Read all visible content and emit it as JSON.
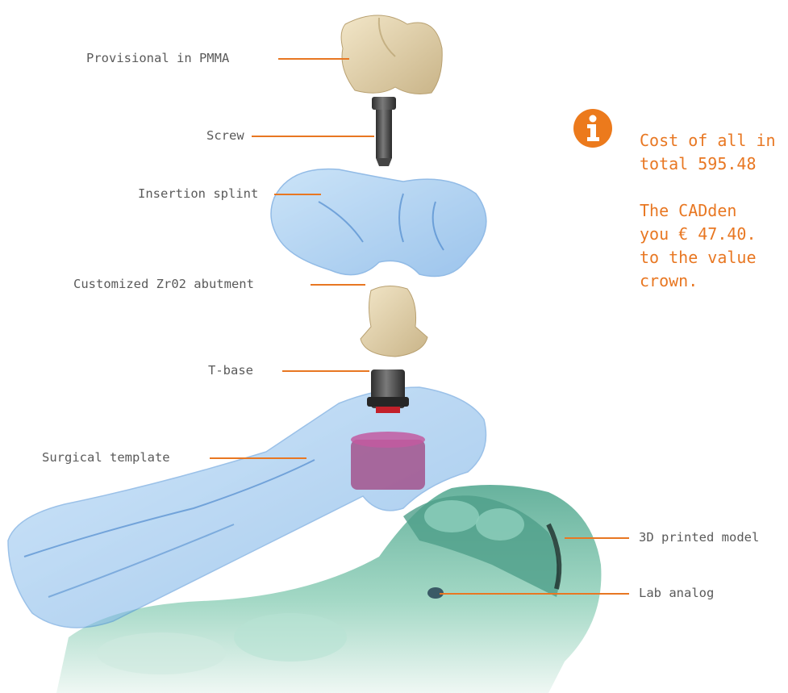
{
  "labels": {
    "provisional": "Provisional in PMMA",
    "screw": "Screw",
    "insertion_splint": "Insertion splint",
    "abutment": "Customized Zr02 abutment",
    "t_base": "T-base",
    "surgical_template": "Surgical template",
    "printed_model": "3D printed model",
    "lab_analog": "Lab analog"
  },
  "info": {
    "icon": "info-icon",
    "line1": "Cost of all in",
    "line2": "total 595.48",
    "line3": "The CADden",
    "line4": "you € 47.40.",
    "line5": "to the value",
    "line6": "crown."
  },
  "colors": {
    "accent": "#e87722",
    "label_text": "#5a5a5a",
    "splint_blue": "#7fb8ea",
    "model_green": "#7fc8b0",
    "crown_beige": "#e6d6b0"
  }
}
